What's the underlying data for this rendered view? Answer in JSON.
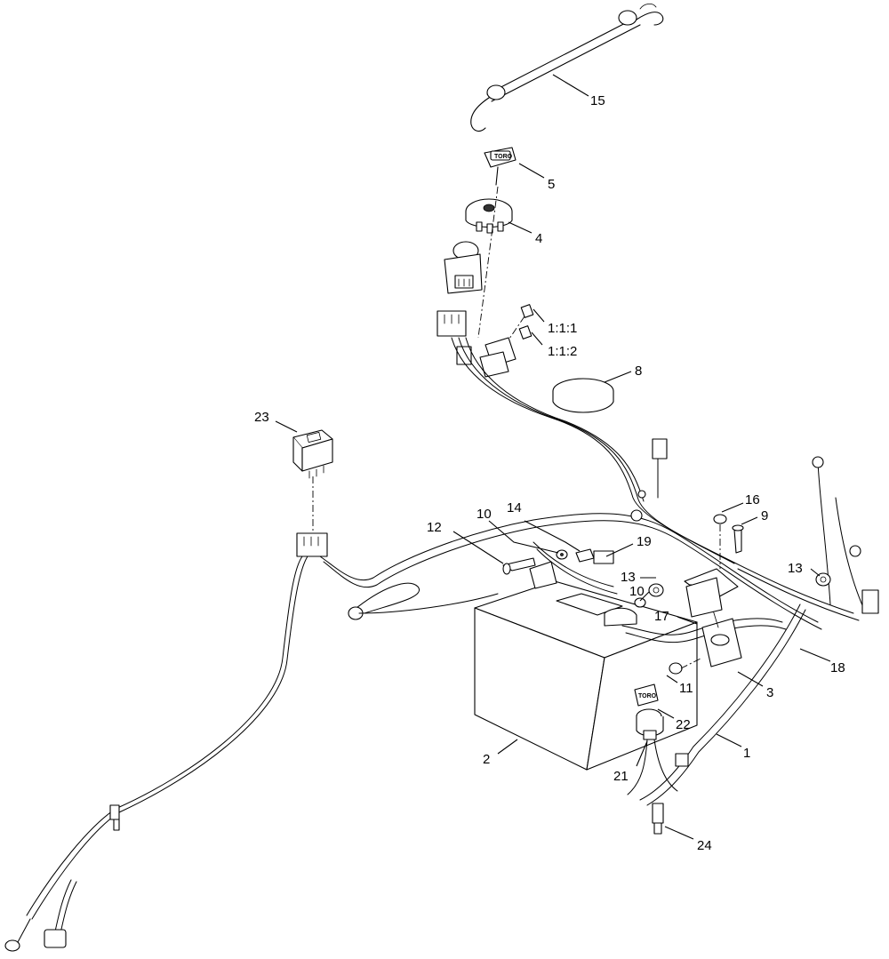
{
  "callouts": [
    {
      "id": "c15",
      "label": "15"
    },
    {
      "id": "c5",
      "label": "5"
    },
    {
      "id": "c4",
      "label": "4"
    },
    {
      "id": "c111",
      "label": "1:1:1"
    },
    {
      "id": "c112",
      "label": "1:1:2"
    },
    {
      "id": "c8",
      "label": "8"
    },
    {
      "id": "c23",
      "label": "23"
    },
    {
      "id": "c16",
      "label": "16"
    },
    {
      "id": "c9",
      "label": "9"
    },
    {
      "id": "c10a",
      "label": "10"
    },
    {
      "id": "c14",
      "label": "14"
    },
    {
      "id": "c12",
      "label": "12"
    },
    {
      "id": "c19",
      "label": "19"
    },
    {
      "id": "c13a",
      "label": "13"
    },
    {
      "id": "c13b",
      "label": "13"
    },
    {
      "id": "c10b",
      "label": "10"
    },
    {
      "id": "c17",
      "label": "17"
    },
    {
      "id": "c18",
      "label": "18"
    },
    {
      "id": "c3",
      "label": "3"
    },
    {
      "id": "c11",
      "label": "11"
    },
    {
      "id": "c22",
      "label": "22"
    },
    {
      "id": "c1",
      "label": "1"
    },
    {
      "id": "c2",
      "label": "2"
    },
    {
      "id": "c21",
      "label": "21"
    },
    {
      "id": "c24",
      "label": "24"
    }
  ],
  "key_logo_text": "TORO"
}
